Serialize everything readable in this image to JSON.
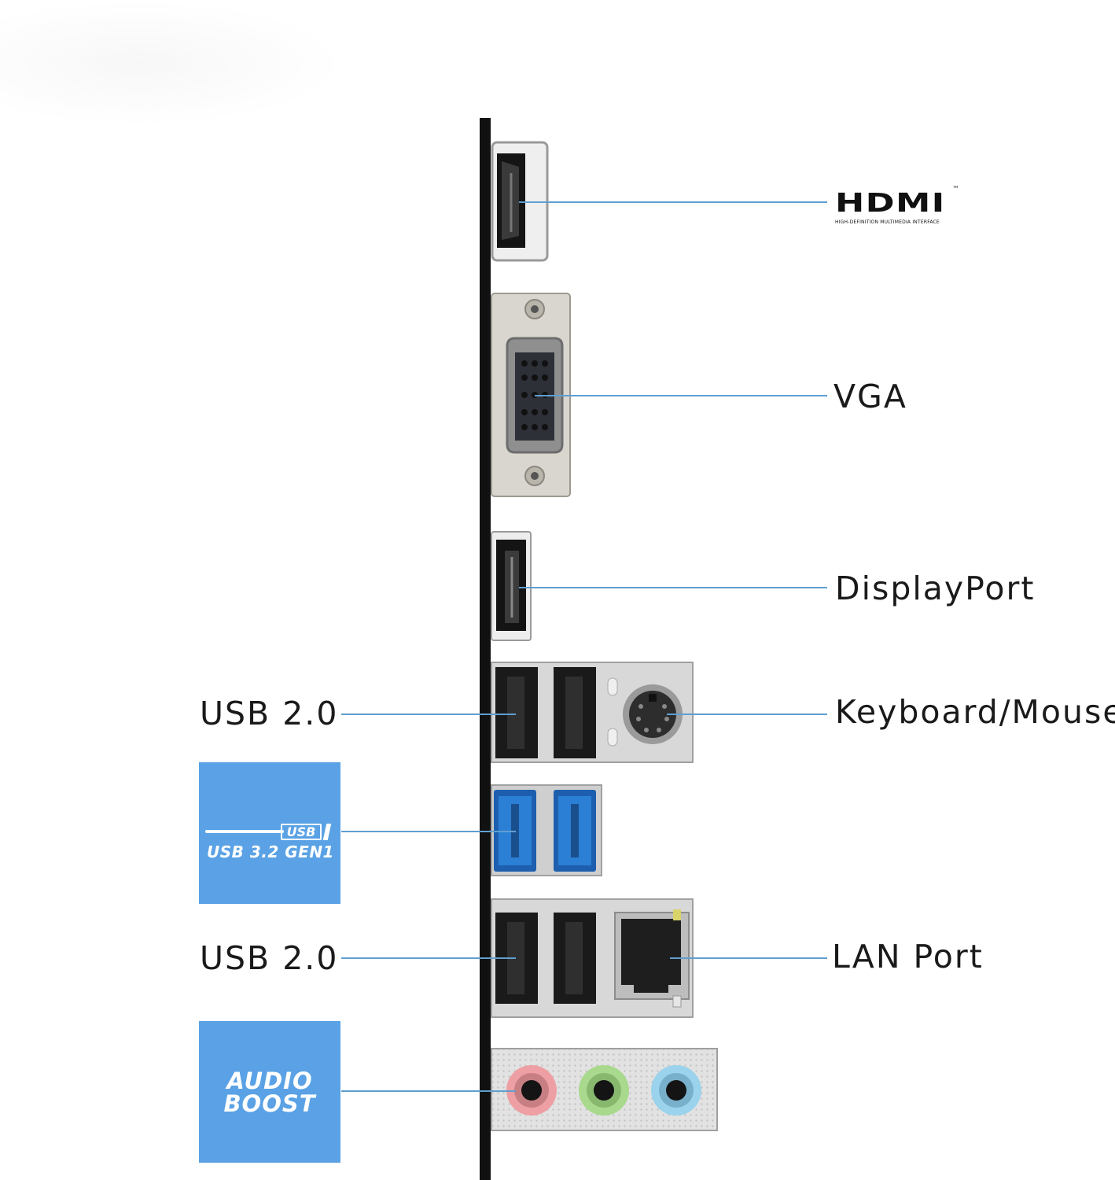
{
  "labels": {
    "hdmi": "HDMI",
    "hdmi_tm": "™",
    "hdmi_sub": "HIGH-DEFINITION MULTIMEDIA INTERFACE",
    "vga": "VGA",
    "displayport": "DisplayPort",
    "usb20_top": "USB 2.0",
    "keyboard_mouse": "Keyboard/Mouse",
    "usb20_bottom": "USB 2.0",
    "lan": "LAN Port"
  },
  "badges": {
    "usb": {
      "logo_text": "USB",
      "caption": "USB 3.2 GEN1"
    },
    "audio": {
      "line1": "AUDIO",
      "line2": "BOOST"
    }
  },
  "colors": {
    "leader_line": "#5f9fd0",
    "badge_blue": "#5aa2e5",
    "usb3_port_blue": "#2b7fd4",
    "audio_jack_pink": "#ee9fa3",
    "audio_jack_green": "#a8d98c",
    "audio_jack_blue": "#9bd2ec"
  }
}
